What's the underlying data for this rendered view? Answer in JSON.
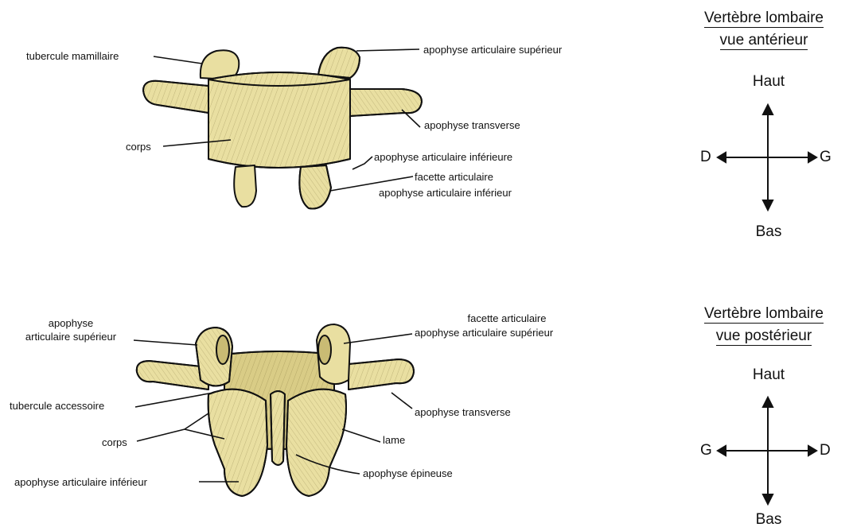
{
  "colors": {
    "bone": "#e9dfa1",
    "bone_shade": "#c9bb74",
    "ink": "#111111",
    "background": "#ffffff"
  },
  "anterior": {
    "title_line1": "Vertèbre lombaire",
    "title_line2": "vue antérieur",
    "compass": {
      "up": "Haut",
      "down": "Bas",
      "left": "D",
      "right": "G"
    },
    "labels": {
      "tubercule_mamillaire": "tubercule mamillaire",
      "apophyse_articulaire_superieur": "apophyse articulaire supérieur",
      "apophyse_transverse": "apophyse transverse",
      "corps": "corps",
      "apophyse_articulaire_inferieure": "apophyse articulaire inférieure",
      "facette_articulaire": "facette articulaire",
      "apophyse_articulaire_inferieur": "apophyse articulaire inférieur"
    }
  },
  "posterior": {
    "title_line1": "Vertèbre lombaire",
    "title_line2": "vue postérieur",
    "compass": {
      "up": "Haut",
      "down": "Bas",
      "left": "G",
      "right": "D"
    },
    "labels": {
      "apophyse_articulaire_superieur_line1": "apophyse",
      "apophyse_articulaire_superieur_line2": "articulaire supérieur",
      "facette_articulaire": "facette articulaire",
      "apophyse_articulaire_superieur_right": "apophyse articulaire supérieur",
      "tubercule_accessoire": "tubercule accessoire",
      "apophyse_transverse": "apophyse transverse",
      "corps": "corps",
      "lame": "lame",
      "apophyse_epineuse": "apophyse épineuse",
      "apophyse_articulaire_inferieur": "apophyse articulaire inférieur"
    }
  }
}
